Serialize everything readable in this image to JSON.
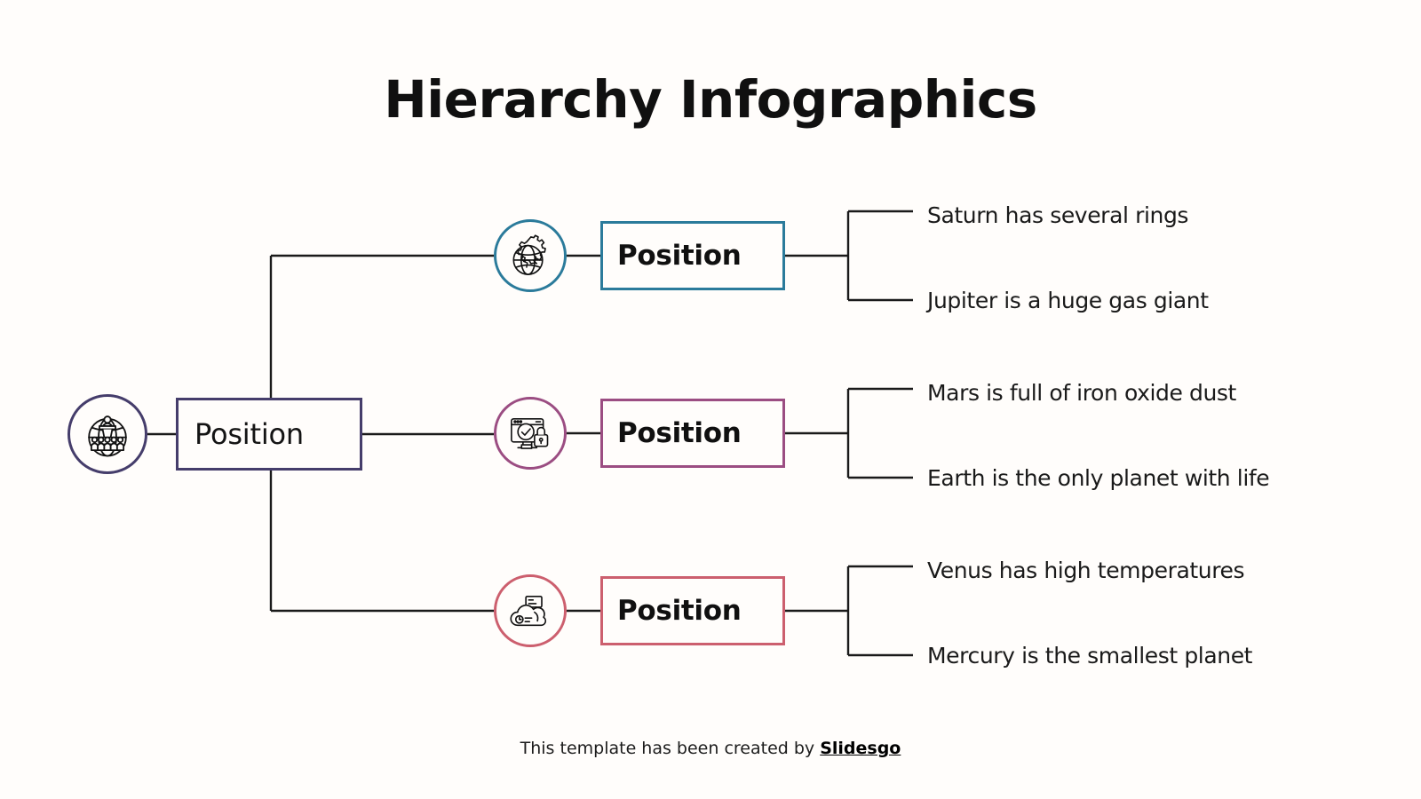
{
  "title": "Hierarchy Infographics",
  "footer": {
    "text": "This template has been created by ",
    "brand": "Slidesgo"
  },
  "colors": {
    "background": "#FFFDFB",
    "line": "#1a1a1a",
    "root": "#453D6B",
    "branch_1": "#2B7B9B",
    "branch_2": "#9B4D82",
    "branch_3": "#CC5F6E",
    "text": "#101010"
  },
  "root": {
    "icon": "globe-conference-icon",
    "label": "Position"
  },
  "branches": [
    {
      "icon": "globe-gear-icon",
      "label": "Position",
      "color": "#2B7B9B",
      "leaves": [
        "Saturn has several rings",
        "Jupiter is a huge gas giant"
      ]
    },
    {
      "icon": "secure-monitor-lock-icon",
      "label": "Position",
      "color": "#9B4D82",
      "leaves": [
        "Mars is full of iron oxide dust",
        "Earth is the only planet with life"
      ]
    },
    {
      "icon": "cloud-computing-icon",
      "label": "Position",
      "color": "#CC5F6E",
      "leaves": [
        "Venus has high temperatures",
        "Mercury is the smallest planet"
      ]
    }
  ]
}
